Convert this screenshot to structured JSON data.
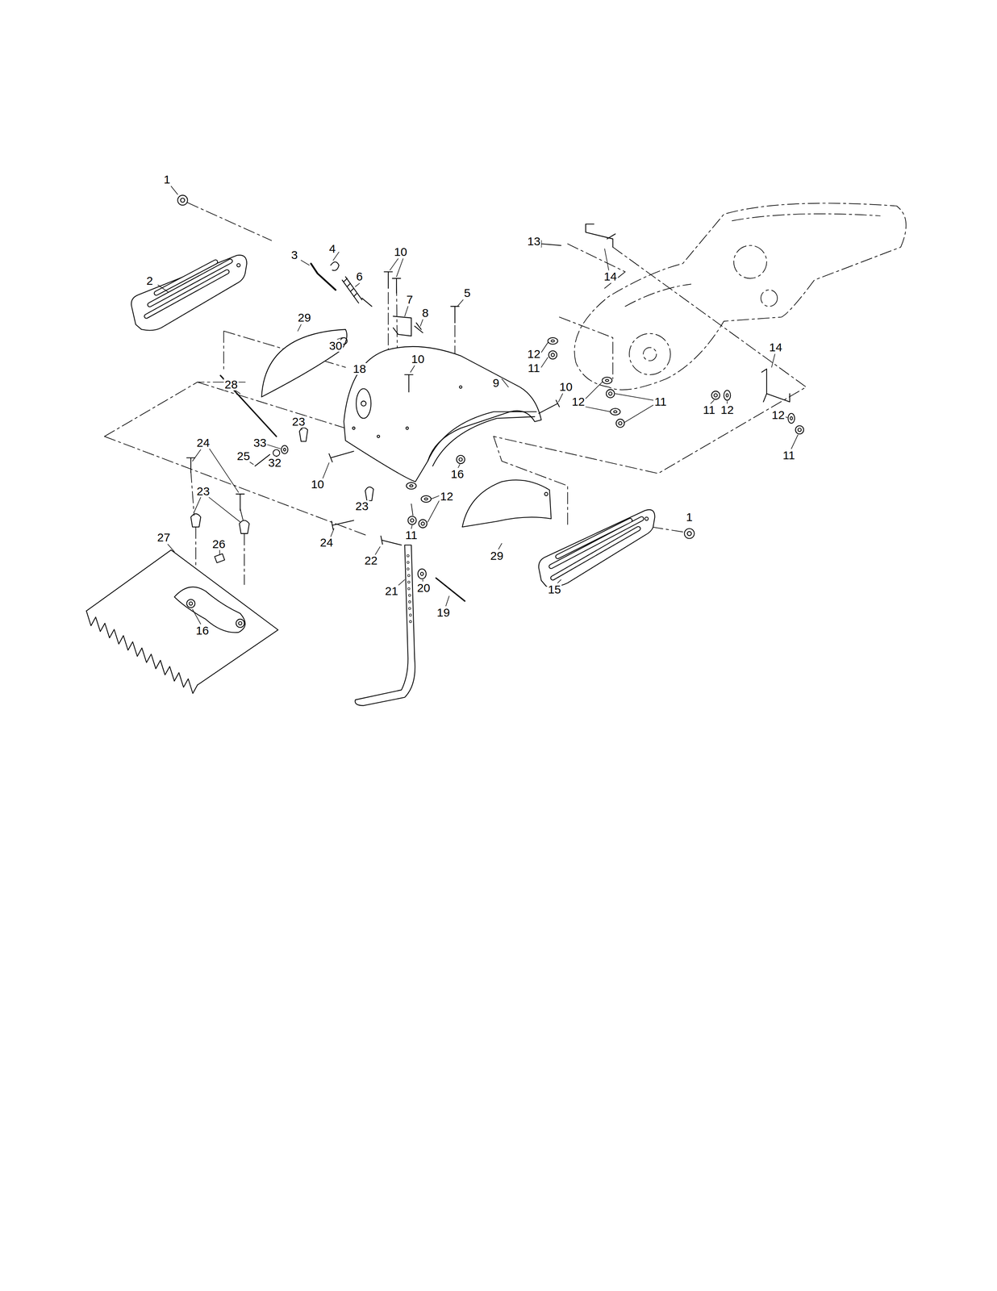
{
  "diagram": {
    "labels": [
      "1",
      "13",
      "4",
      "10",
      "3",
      "14",
      "2",
      "6",
      "5",
      "7",
      "8",
      "29",
      "30",
      "12",
      "10",
      "14",
      "11",
      "18",
      "9",
      "28",
      "10",
      "12",
      "11",
      "11",
      "12",
      "12",
      "23",
      "24",
      "33",
      "11",
      "25",
      "32",
      "16",
      "10",
      "23",
      "12",
      "23",
      "1",
      "11",
      "27",
      "24",
      "26",
      "29",
      "22",
      "20",
      "21",
      "15",
      "19",
      "16"
    ]
  }
}
